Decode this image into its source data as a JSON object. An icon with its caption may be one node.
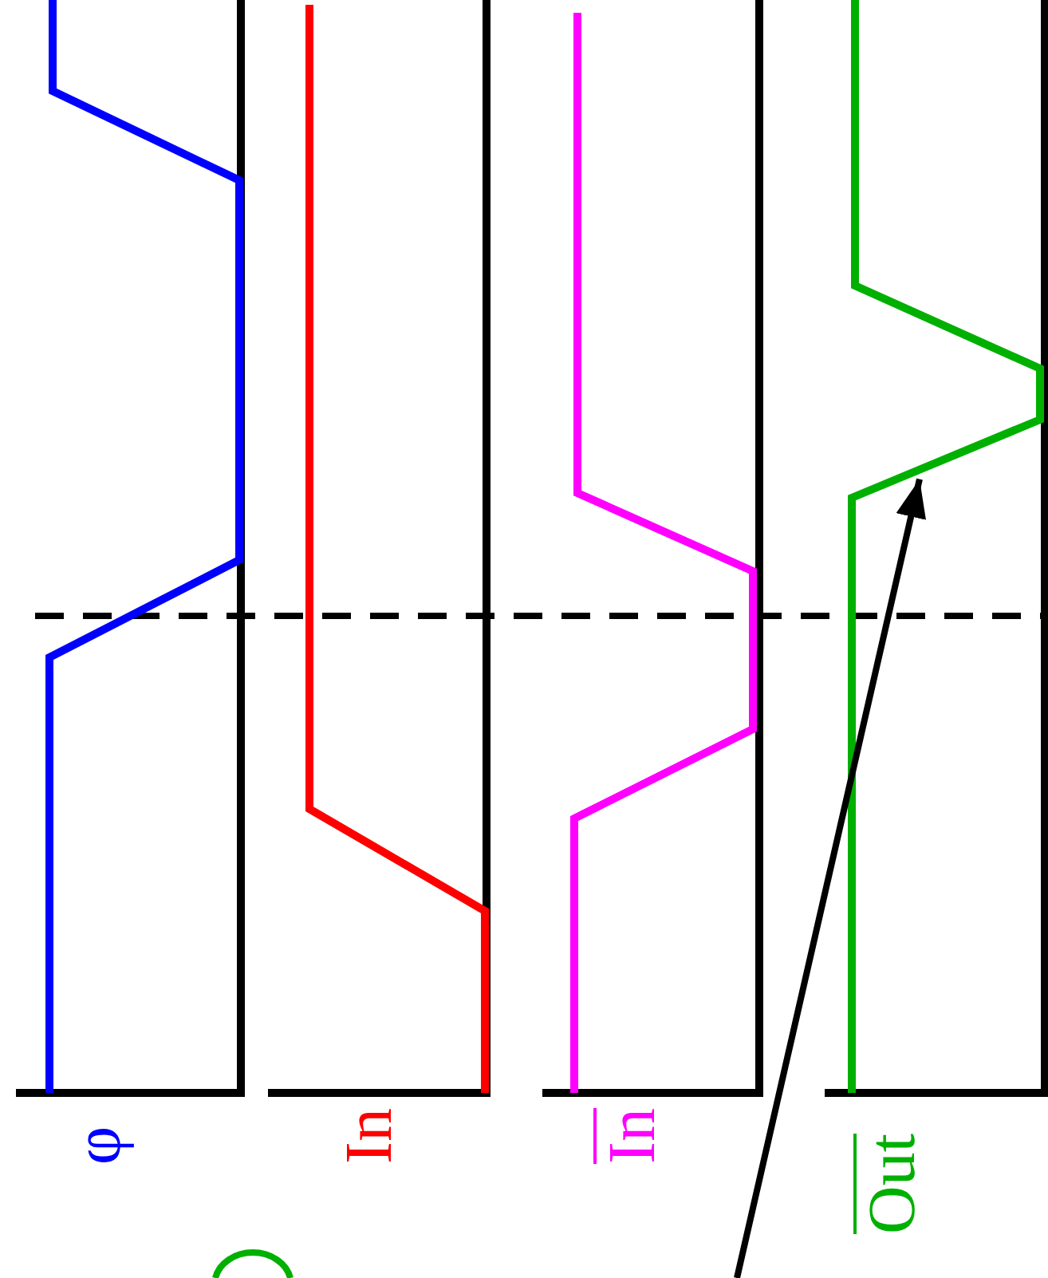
{
  "diagram": {
    "nodes": [
      {
        "text": [],
        "shape": "line",
        "beside": [
          "φ"
        ]
      },
      {
        "text": [],
        "shape": "line",
        "beside": [
          "In"
        ]
      },
      {
        "text": [],
        "shape": "line",
        "beside": [
          "In"
        ]
      },
      {
        "text": [],
        "shape": "line",
        "beside": [
          "Out"
        ]
      }
    ],
    "edges": [
      {
        "from": null,
        "to": 3,
        "arrow": "to"
      }
    ]
  }
}
